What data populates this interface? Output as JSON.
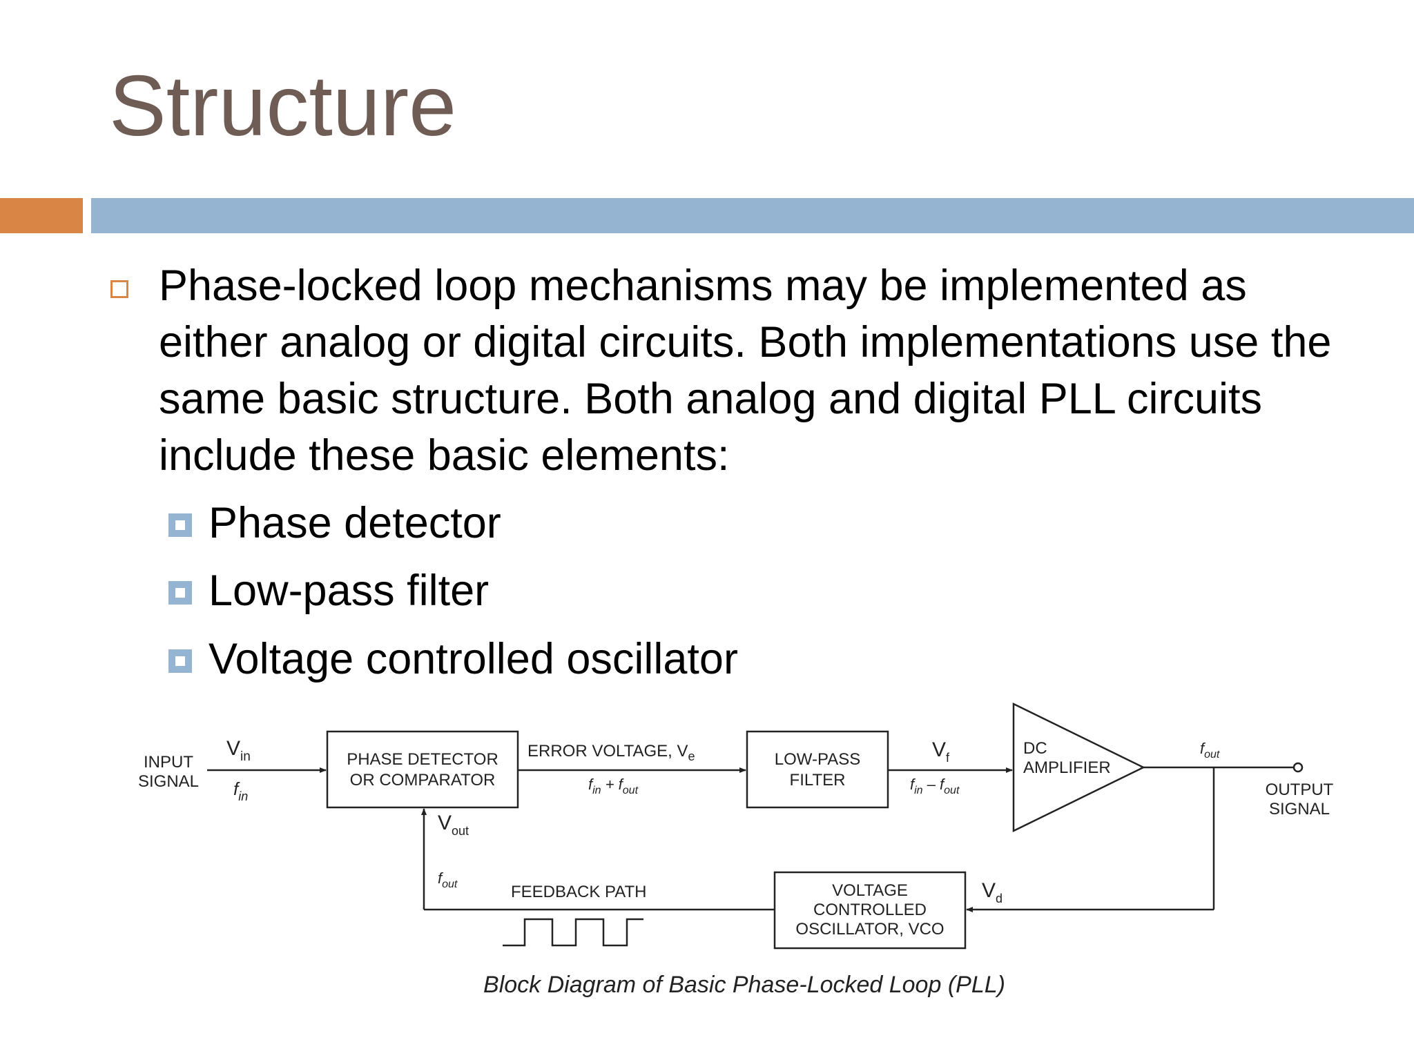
{
  "slide": {
    "title": "Structure",
    "paragraph": "Phase-locked loop mechanisms may be implemented as either analog or digital circuits. Both implementations use the same basic structure. Both analog and digital PLL circuits include these basic elements:",
    "sub_items": [
      {
        "label": "Phase detector"
      },
      {
        "label": "Low-pass filter"
      },
      {
        "label": "Voltage controlled oscillator"
      }
    ]
  },
  "diagram": {
    "input_signal": [
      "INPUT",
      "SIGNAL"
    ],
    "vin": "V",
    "vin_sub": "in",
    "fin": "f",
    "fin_sub": "in",
    "phase_detector": [
      "PHASE DETECTOR",
      "OR COMPARATOR"
    ],
    "error_voltage": "ERROR VOLTAGE, V",
    "error_voltage_sub": "e",
    "sum_freq": "f",
    "sum_freq_sub1": "in",
    "sum_freq_op": " + f",
    "sum_freq_sub2": "out",
    "low_pass": [
      "LOW-PASS",
      "FILTER"
    ],
    "vf": "V",
    "vf_sub": "f",
    "diff_freq": "f",
    "diff_freq_sub1": "in",
    "diff_freq_op": " – f",
    "diff_freq_sub2": "out",
    "dc_amplifier": [
      "DC",
      "AMPLIFIER"
    ],
    "fout": "f",
    "fout_sub": "out",
    "output_signal": [
      "OUTPUT",
      "SIGNAL"
    ],
    "vout": "V",
    "vout_sub": "out",
    "fout2": "f",
    "fout2_sub": "out",
    "feedback_path": "FEEDBACK PATH",
    "vco": [
      "VOLTAGE",
      "CONTROLLED",
      "OSCILLATOR, VCO"
    ],
    "vd": "V",
    "vd_sub": "d",
    "caption": "Block Diagram of Basic Phase-Locked Loop (PLL)"
  },
  "colors": {
    "title": "#6f5c55",
    "accent_orange": "#d98545",
    "accent_blue": "#94b4d2"
  }
}
